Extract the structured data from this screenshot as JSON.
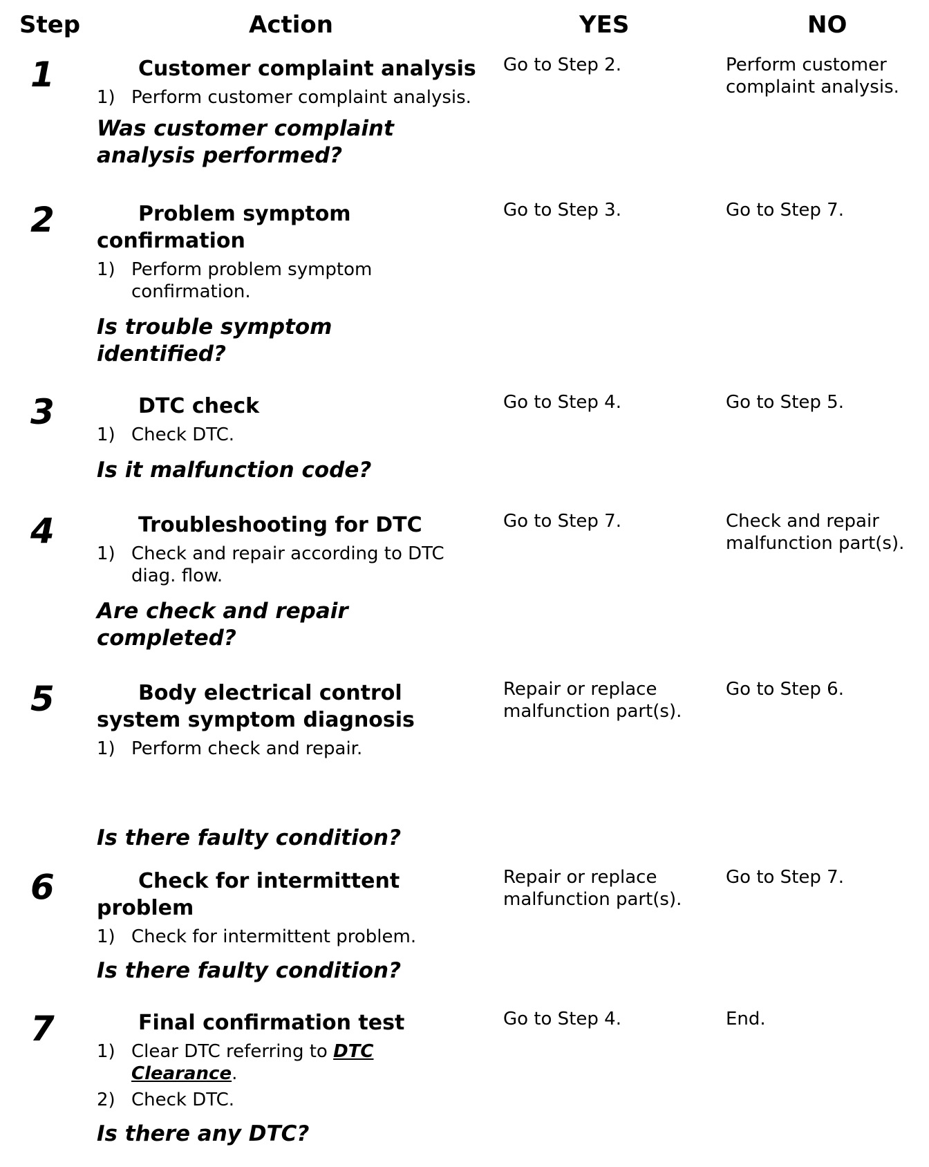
{
  "headers": {
    "step": "Step",
    "action": "Action",
    "yes": "YES",
    "no": "NO"
  },
  "steps": [
    {
      "num": "1",
      "title": "Customer complaint analysis",
      "ins": [
        {
          "n": "1)",
          "t": "Perform customer complaint analysis."
        }
      ],
      "question": "Was customer complaint analysis performed?",
      "yes": "Go to Step 2.",
      "no": "Perform customer complaint analysis."
    },
    {
      "num": "2",
      "title": "Problem symptom confirmation",
      "ins": [
        {
          "n": "1)",
          "t": "Perform problem symptom confirmation."
        }
      ],
      "question": "Is trouble symptom identified?",
      "yes": "Go to Step 3.",
      "no": "Go to Step 7."
    },
    {
      "num": "3",
      "title": "DTC check",
      "ins": [
        {
          "n": "1)",
          "t": "Check DTC."
        }
      ],
      "question": "Is it malfunction code?",
      "yes": "Go to Step 4.",
      "no": "Go to Step 5."
    },
    {
      "num": "4",
      "title": "Troubleshooting for DTC",
      "ins": [
        {
          "n": "1)",
          "t": "Check and repair according to DTC diag. flow."
        }
      ],
      "question": "Are check and repair completed?",
      "yes": "Go to Step 7.",
      "no": "Check and repair malfunction part(s)."
    },
    {
      "num": "5",
      "title": "Body electrical control system symptom diagnosis",
      "ins": [
        {
          "n": "1)",
          "t": "Perform check and repair."
        }
      ],
      "question": "Is there faulty condition?",
      "yes": "Repair or replace malfunction part(s).",
      "no": "Go to Step 6."
    },
    {
      "num": "6",
      "title": "Check for intermittent problem",
      "ins": [
        {
          "n": "1)",
          "t": "Check for intermittent problem."
        }
      ],
      "question": "Is there faulty condition?",
      "yes": "Repair or replace malfunction part(s).",
      "no": "Go to Step 7."
    },
    {
      "num": "7",
      "title": "Final confirmation test",
      "ins": [
        {
          "n": "1)",
          "pre": "Clear DTC referring to ",
          "link": "DTC Clearance",
          "post": "."
        },
        {
          "n": "2)",
          "t": "Check DTC."
        }
      ],
      "question": "Is there any DTC?",
      "yes": "Go to Step 4.",
      "no": "End."
    }
  ]
}
